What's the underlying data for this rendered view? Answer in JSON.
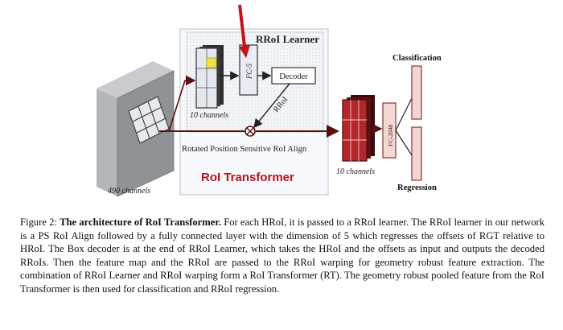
{
  "figure": {
    "rroi_learner_title": "RRoI Learner",
    "fc5_label": "FC-5",
    "decoder_label": "Decoder",
    "rroi_label": "RRoI",
    "channels_left": "10 channels",
    "channels_right": "10 channels",
    "channels_490": "490 channels",
    "align_label": "Rotated Position Sensitive RoI Align",
    "roi_transformer_title": "RoI Transformer",
    "fc2048_label": "FC-2048",
    "classification_label": "Classification",
    "regression_label": "Regression"
  },
  "caption": {
    "prefix": "Figure 2: ",
    "bold_title": "The architecture of RoI Transformer.",
    "body": " For each HRoI, it is passed to a RRoI learner. The RRoI learner in our network is a PS RoI Align followed by a fully connected layer with the dimension of 5 which regresses the offsets of RGT relative to HRoI. The Box decoder is at the end of RRoI Learner, which takes the HRoI and the offsets as input and outputs the decoded RRoIs. Then the feature map and the RRoI are passed to the RRoI warping for geometry robust feature extraction. The combination of RRoI Learner and RRoI warping form a RoI Transformer (RT). The geometry robust pooled feature from the RoI Transformer is then used for classification and RRoI regression."
  }
}
